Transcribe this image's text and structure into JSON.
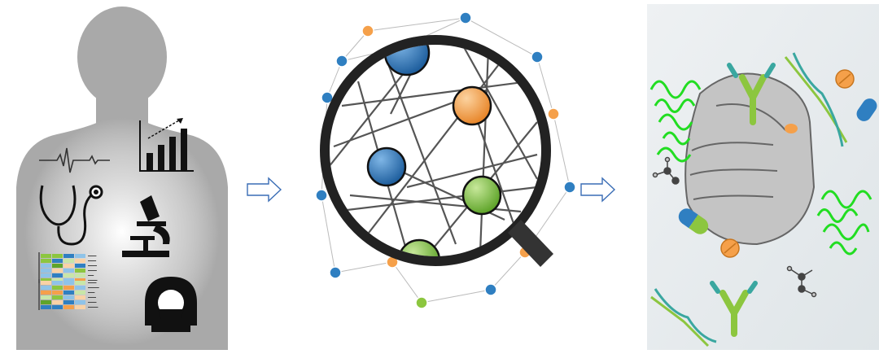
{
  "panels": [
    {
      "id": "patient-data",
      "icons": [
        "ecg-trace-icon",
        "bar-chart-trend-icon",
        "stethoscope-icon",
        "microscope-icon",
        "omics-heatmap-icon",
        "mri-scanner-icon"
      ]
    },
    {
      "id": "network-analysis",
      "icons": [
        "magnifying-glass-icon",
        "network-graph-icon"
      ]
    },
    {
      "id": "therapeutics",
      "icons": [
        "hand-icon",
        "protein-structure-icon",
        "antibody-icon",
        "dna-helix-icon",
        "pill-capsule-icon",
        "tablet-icon",
        "small-molecule-icon"
      ]
    }
  ],
  "flow_arrows": 2,
  "colors": {
    "blue": "#2f7fc1",
    "orange": "#f5a04a",
    "green": "#8cc63f",
    "teal": "#3aa7a0",
    "protein_green": "#22dd22",
    "silhouette": "#a9a9a9",
    "line": "#555555",
    "arrow": "#3a6db5"
  },
  "network": {
    "major_nodes": [
      {
        "color": "orange"
      },
      {
        "color": "blue"
      },
      {
        "color": "green"
      },
      {
        "color": "blue"
      },
      {
        "color": "green"
      }
    ]
  }
}
